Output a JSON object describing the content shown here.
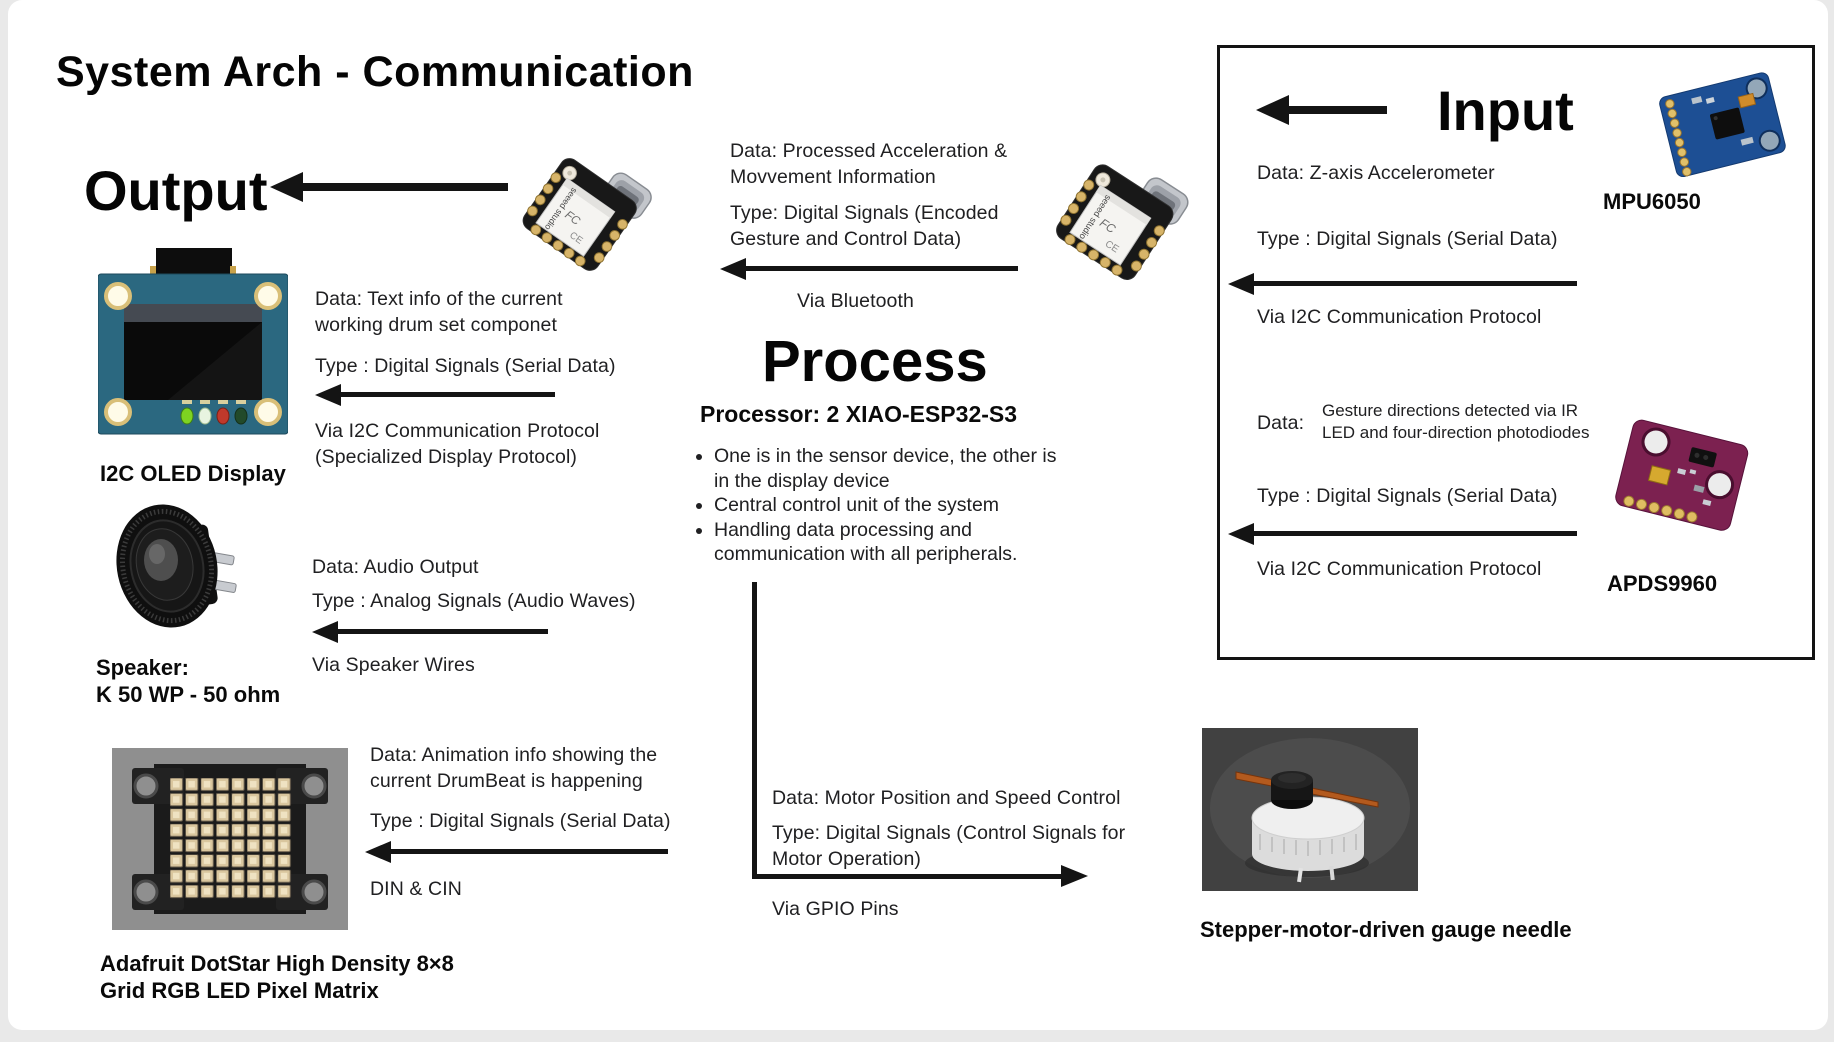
{
  "page": {
    "title": "System Arch - Communication"
  },
  "output": {
    "heading": "Output",
    "oled": {
      "label": "I2C OLED Display",
      "data": "Data: Text info of the current working drum set componet",
      "type": "Type : Digital Signals (Serial Data)",
      "via_line1": "Via I2C Communication Protocol",
      "via_line2": "(Specialized Display Protocol)"
    },
    "speaker": {
      "label_line1": "Speaker:",
      "label_line2": "K 50 WP - 50 ohm",
      "data": "Data: Audio Output",
      "type": "Type : Analog Signals (Audio Waves)",
      "via": "Via Speaker Wires"
    },
    "matrix": {
      "label_line1": "Adafruit DotStar High Density 8×8",
      "label_line2": "Grid RGB LED Pixel Matrix",
      "data": "Data: Animation info showing the current DrumBeat is happening",
      "type": "Type : Digital Signals (Serial Data)",
      "via": "DIN & CIN"
    }
  },
  "bluetooth_link": {
    "data": "Data: Processed Acceleration & Movvement Information",
    "type": "Type: Digital Signals (Encoded Gesture and Control Data)",
    "via": "Via Bluetooth"
  },
  "process": {
    "heading": "Process",
    "processor": "Processor: 2 XIAO-ESP32-S3",
    "bullets": [
      "One is in the sensor device, the other is in the display device",
      "Central control unit of the system",
      "Handling data processing and communication with all peripherals."
    ]
  },
  "motor_link": {
    "data": "Data: Motor Position and Speed Control",
    "type": "Type: Digital Signals (Control Signals for Motor Operation)",
    "via": "Via GPIO Pins"
  },
  "input": {
    "heading": "Input",
    "mpu6050": {
      "label": "MPU6050",
      "data": "Data: Z-axis Accelerometer",
      "type": "Type : Digital Signals (Serial Data)",
      "via": "Via I2C Communication Protocol"
    },
    "apds9960": {
      "label": "APDS9960",
      "data_label": "Data:",
      "data_text": "Gesture directions detected via IR LED and four-direction photodiodes",
      "type": "Type : Digital Signals (Serial Data)",
      "via": "Via I2C Communication Protocol"
    }
  },
  "stepper": {
    "label": "Stepper-motor-driven gauge needle"
  },
  "components": {
    "xiao_shield_text": "seeed studio",
    "fcc_mark": "FC",
    "ce_mark": "CE"
  },
  "colors": {
    "ink": "#141414",
    "background": "#ffffff"
  }
}
